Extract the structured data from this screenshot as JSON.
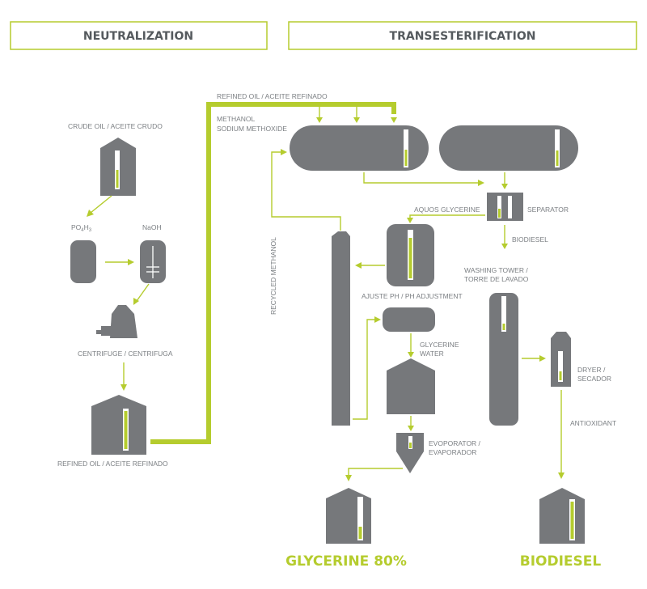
{
  "headers": {
    "neutralization": "NEUTRALIZATION",
    "transesterification": "TRANSESTERIFICATION"
  },
  "labels": {
    "crude_oil": "CRUDE OIL / ACEITE CRUDO",
    "po4h3": "PO4H3",
    "naoh": "NaOH",
    "centrifuge": "CENTRIFUGE / CENTRIFUGA",
    "refined_oil_bottom": "REFINED OIL / ACEITE REFINADO",
    "refined_oil_top": "REFINED OIL / ACEITE REFINADO",
    "methanol": "METHANOL",
    "sodium_methoxide": "SODIUM METHOXIDE",
    "recycled_methanol": "RECYCLED METHANOL",
    "aquos_glycerine": "AQUOS GLYCERINE",
    "separator": "SEPARATOR",
    "biodiesel_flow": "BIODIESEL",
    "washing_tower_1": "WASHING TOWER /",
    "washing_tower_2": "TORRE DE LAVADO",
    "ph_adjustment": "AJUSTE PH / PH ADJUSTMENT",
    "glycerine_water_1": "GLYCERINE",
    "glycerine_water_2": "WATER",
    "dryer_1": "DRYER /",
    "dryer_2": "SECADOR",
    "antioxidant": "ANTIOXIDANT",
    "evaporator_1": "EVOPORATOR /",
    "evaporator_2": "EVAPORADOR"
  },
  "products": {
    "glycerine": "GLYCERINE 80%",
    "biodiesel": "BIODIESEL"
  },
  "colors": {
    "accent": "#b5cc2e",
    "equipment": "#76787b",
    "text": "#7b7f83",
    "header_text": "#555a5e"
  }
}
